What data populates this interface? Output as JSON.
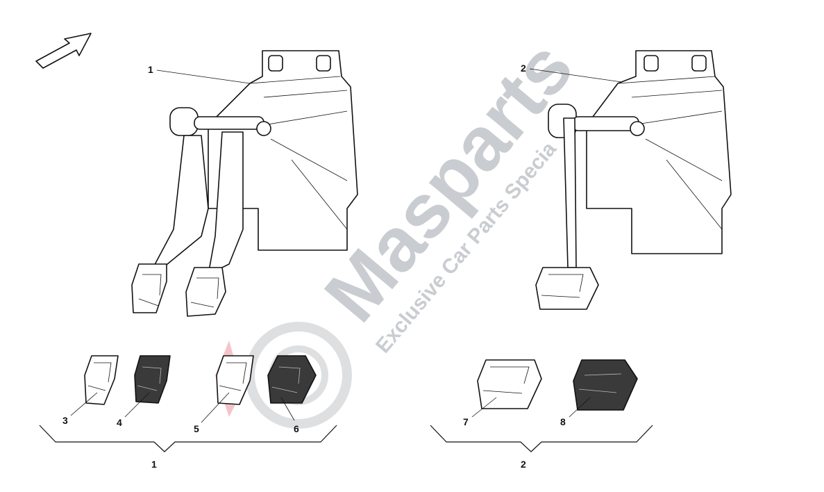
{
  "diagram": {
    "callouts": [
      "1",
      "2",
      "3",
      "4",
      "5",
      "6",
      "7",
      "8"
    ],
    "group_labels": [
      "1",
      "2"
    ],
    "direction_icon": "arrow-icon"
  },
  "watermark": {
    "brand": "Masparts",
    "tagline": "Exclusive Car Parts Specia"
  },
  "colors": {
    "pad_dark": "#3a3a3a",
    "pad_light": "#e0e0e0",
    "watermark": "#9ea4aa",
    "watermark_red": "#e0566a"
  }
}
